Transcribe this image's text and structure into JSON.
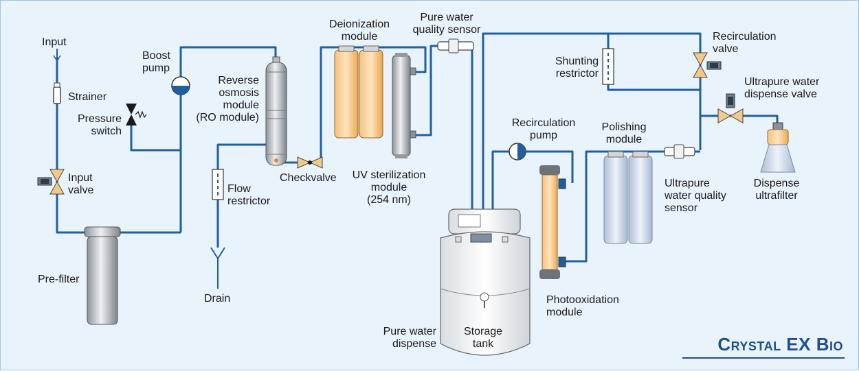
{
  "labels": {
    "input": "Input",
    "strainer": "Strainer",
    "pressure_switch": "Pressure\nswitch",
    "input_valve": "Input\nvalve",
    "pre_filter": "Pre-filter",
    "boost_pump": "Boost\npump",
    "ro_module": "Reverse\nosmosis\nmodule\n(RO module)",
    "flow_restrictor": "Flow\nrestrictor",
    "drain": "Drain",
    "checkvalve": "Checkvalve",
    "deionization_module": "Deionization\nmodule",
    "pure_water_quality_sensor": "Pure water\nquality sensor",
    "uv_sterilization": "UV sterilization\nmodule\n(254 nm)",
    "recirculation_pump": "Recirculation\npump",
    "pure_water_dispense": "Pure water\ndispense",
    "storage_tank": "Storage\ntank",
    "photooxidation_module": "Photooxidation\nmodule",
    "polishing_module": "Polishing\nmodule",
    "shunting_restrictor": "Shunting\nrestrictor",
    "recirculation_valve": "Recirculation\nvalve",
    "ultrapure_water_dispense_valve": "Ultrapure water\ndispense valve",
    "ultrapure_water_quality_sensor": "Ultrapure\nwater quality\nsensor",
    "dispense_ultrafilter": "Dispense\nultrafilter"
  },
  "brand": "Crystal EX Bio",
  "colors": {
    "pipe": "#1f5fa0",
    "background": "#e9f3fb",
    "orange_module": "#f4b366",
    "grey_module": "#c9ccd0",
    "blue_module": "#cfdcec",
    "valve_yellow": "#f3c98a",
    "brand": "#1f4e8c"
  }
}
